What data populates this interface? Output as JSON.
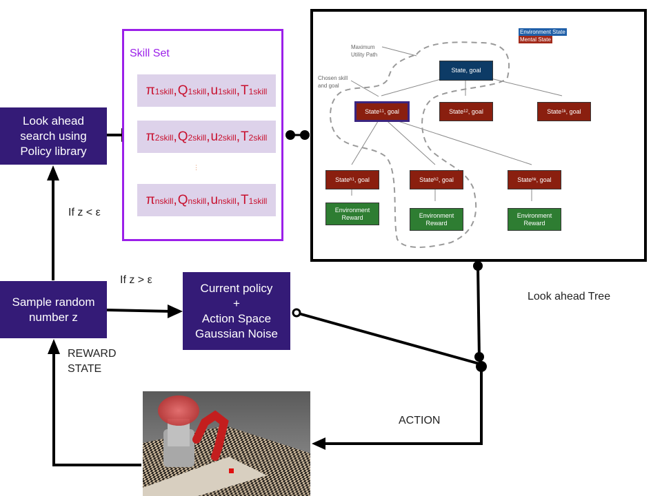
{
  "boxes": {
    "lookahead": "Look ahead\nsearch using\nPolicy library",
    "sample": "Sample random\nnumber z",
    "policy": "Current policy\n+\nAction Space\nGaussian Noise"
  },
  "labels": {
    "if_less": "If z < ε",
    "if_greater": "If z > ε",
    "reward_state": "REWARD\nSTATE",
    "action": "ACTION",
    "lookahead_tree": "Look ahead Tree"
  },
  "skill_set": {
    "title": "Skill Set",
    "rows": [
      {
        "items": [
          {
            "base": "π",
            "sup": "1",
            "sub": "skill"
          },
          {
            "base": "Q",
            "sup": "1",
            "sub": "skill"
          },
          {
            "base": "u",
            "sup": "1",
            "sub": "skill"
          },
          {
            "base": "T",
            "sup": "1",
            "sub": "skill"
          }
        ]
      },
      {
        "items": [
          {
            "base": "π",
            "sup": "2",
            "sub": "skill"
          },
          {
            "base": "Q",
            "sup": "2",
            "sub": "skill"
          },
          {
            "base": "u",
            "sup": "2",
            "sub": "skill"
          },
          {
            "base": "T",
            "sup": "2",
            "sub": "skill"
          }
        ]
      },
      {
        "items": [
          {
            "base": "π",
            "sup": "n",
            "sub": "skill"
          },
          {
            "base": "Q",
            "sup": "n",
            "sub": "skill"
          },
          {
            "base": "u",
            "sup": "n",
            "sub": "skill"
          },
          {
            "base": "T",
            "sup": "1",
            "sub": "skill"
          }
        ]
      }
    ],
    "ellipsis": "⋮"
  },
  "tree": {
    "legend": [
      {
        "label": "Environment State",
        "color": "#1f5fa8"
      },
      {
        "label": "Mental State",
        "color": "#a22a1a"
      }
    ],
    "annotations": {
      "max_path": "Maximum\nUtility Path",
      "chosen": "Chosen skill\nand goal"
    },
    "root": {
      "text": "State, goal"
    },
    "level1": [
      {
        "base": "State",
        "sup": "1",
        "sub": "1",
        "tail": ", goal",
        "chosen": true
      },
      {
        "base": "State",
        "sup": "1",
        "sub": "2",
        "tail": ", goal",
        "chosen": false
      },
      {
        "base": "State",
        "sup": "1",
        "sub": "k",
        "tail": ", goal",
        "chosen": false
      }
    ],
    "leaves": [
      {
        "base": "State",
        "sup": "h",
        "sub": "1",
        "tail": ", goal",
        "reward": "Environment\nReward"
      },
      {
        "base": "State",
        "sup": "h",
        "sub": "2",
        "tail": ", goal",
        "reward": "Environment\nReward"
      },
      {
        "base": "State",
        "sup": "h",
        "sub": "k",
        "tail": ", goal",
        "reward": "Environment\nReward"
      }
    ]
  },
  "image": {
    "alt": "Simulated robot with red arm reaching toward red cube on table"
  }
}
